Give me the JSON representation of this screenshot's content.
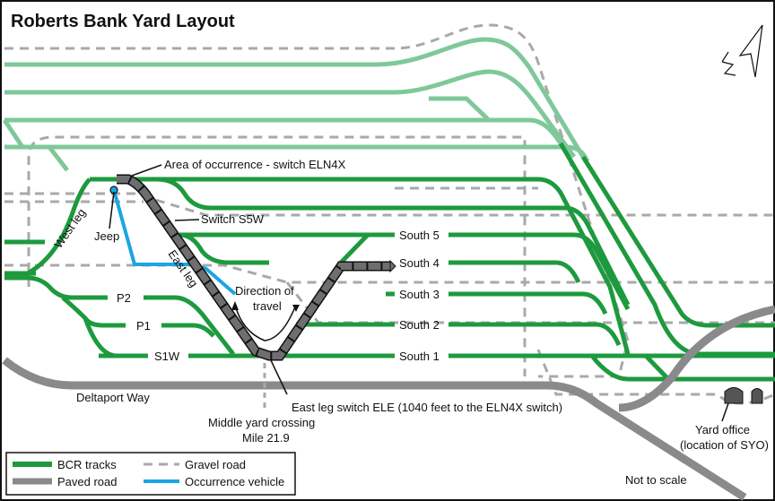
{
  "title": "Roberts Bank Yard Layout",
  "labels": {
    "area_of_occurrence": "Area of occurrence - switch ELN4X",
    "switch_s5w": "Switch S5W",
    "jeep": "Jeep",
    "west_leg": "West leg",
    "east_leg": "East leg",
    "direction_of_travel_1": "Direction of",
    "direction_of_travel_2": "travel",
    "p2": "P2",
    "p1": "P1",
    "s1w": "S1W",
    "south5": "South 5",
    "south4": "South 4",
    "south3": "South 3",
    "south2": "South 2",
    "south1": "South 1",
    "deltaport_way": "Deltaport Way",
    "ele_switch": "East leg switch ELE (1040 feet to the ELN4X switch)",
    "middle_crossing_1": "Middle yard crossing",
    "middle_crossing_2": "Mile 21.9",
    "yard_office_1": "Yard office",
    "yard_office_2": "(location of SYO)",
    "not_to_scale": "Not to scale"
  },
  "legend": [
    {
      "label": "BCR tracks",
      "color": "#1d9a3e"
    },
    {
      "label": "Paved road",
      "color": "#8a8a8c"
    },
    {
      "label": "Gravel road",
      "color": "#a9a9ab"
    },
    {
      "label": "Occurrence vehicle",
      "color": "#1ba5e2"
    }
  ]
}
